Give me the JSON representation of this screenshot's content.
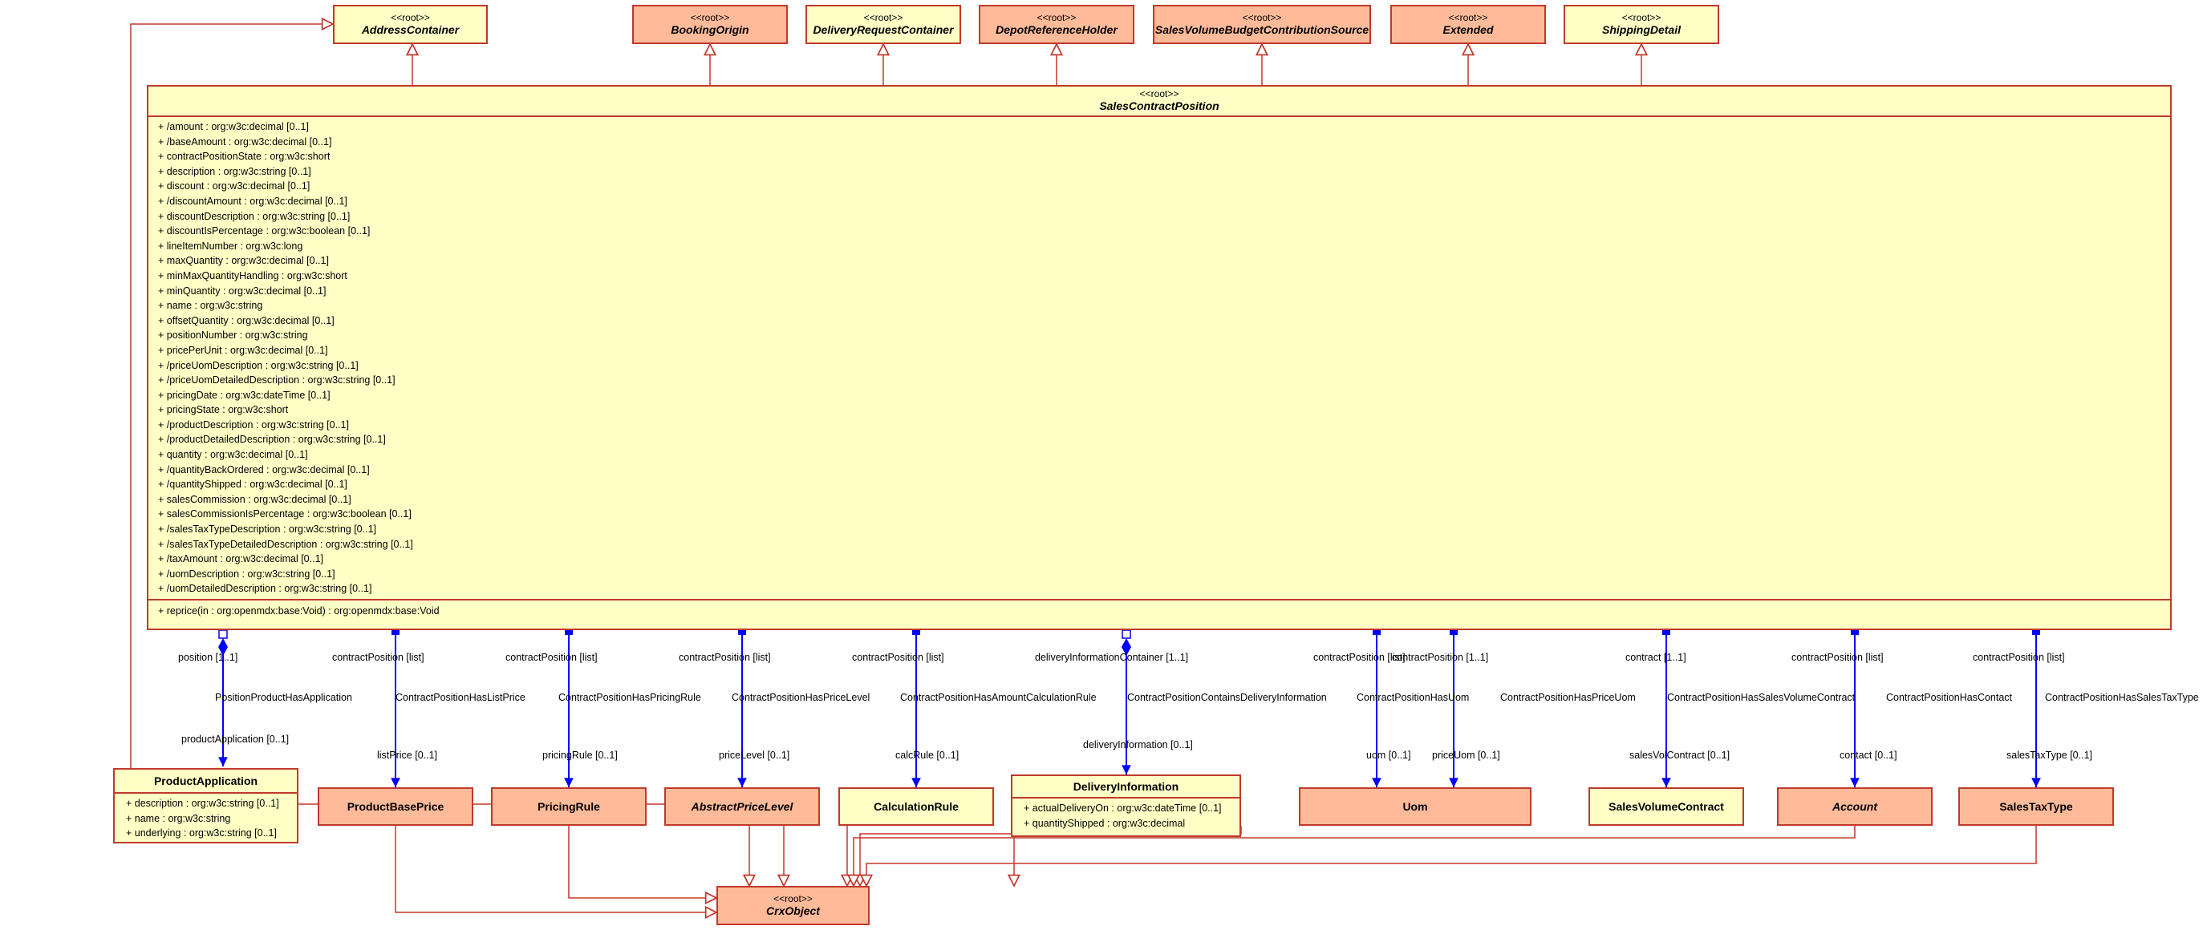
{
  "stereotype": "<<root>>",
  "top_classes": [
    {
      "name": "AddressContainer",
      "fill": "yellow"
    },
    {
      "name": "BookingOrigin",
      "fill": "orange"
    },
    {
      "name": "DeliveryRequestContainer",
      "fill": "yellow"
    },
    {
      "name": "DepotReferenceHolder",
      "fill": "orange"
    },
    {
      "name": "SalesVolumeBudgetContributionSource",
      "fill": "orange"
    },
    {
      "name": "Extended",
      "fill": "orange"
    },
    {
      "name": "ShippingDetail",
      "fill": "yellow"
    }
  ],
  "main_class": {
    "stereotype": "<<root>>",
    "name": "SalesContractPosition",
    "attributes": [
      "+ /amount : org:w3c:decimal [0..1]",
      "+ /baseAmount : org:w3c:decimal [0..1]",
      "+ contractPositionState : org:w3c:short",
      "+ description : org:w3c:string [0..1]",
      "+ discount : org:w3c:decimal [0..1]",
      "+ /discountAmount : org:w3c:decimal [0..1]",
      "+ discountDescription : org:w3c:string [0..1]",
      "+ discountIsPercentage : org:w3c:boolean [0..1]",
      "+ lineItemNumber : org:w3c:long",
      "+ maxQuantity : org:w3c:decimal [0..1]",
      "+ minMaxQuantityHandling : org:w3c:short",
      "+ minQuantity : org:w3c:decimal [0..1]",
      "+ name : org:w3c:string",
      "+ offsetQuantity : org:w3c:decimal [0..1]",
      "+ positionNumber : org:w3c:string",
      "+ pricePerUnit : org:w3c:decimal [0..1]",
      "+ /priceUomDescription : org:w3c:string [0..1]",
      "+ /priceUomDetailedDescription : org:w3c:string [0..1]",
      "+ pricingDate : org:w3c:dateTime [0..1]",
      "+ pricingState : org:w3c:short",
      "+ /productDescription : org:w3c:string [0..1]",
      "+ /productDetailedDescription : org:w3c:string [0..1]",
      "+ quantity : org:w3c:decimal [0..1]",
      "+ /quantityBackOrdered : org:w3c:decimal [0..1]",
      "+ /quantityShipped : org:w3c:decimal [0..1]",
      "+ salesCommission : org:w3c:decimal [0..1]",
      "+ salesCommissionIsPercentage : org:w3c:boolean [0..1]",
      "+ /salesTaxTypeDescription : org:w3c:string [0..1]",
      "+ /salesTaxTypeDetailedDescription : org:w3c:string [0..1]",
      "+ /taxAmount : org:w3c:decimal [0..1]",
      "+ /uomDescription : org:w3c:string [0..1]",
      "+ /uomDetailedDescription : org:w3c:string [0..1]"
    ],
    "operations": [
      "+ reprice(in : org:openmdx:base:Void) : org:openmdx:base:Void"
    ]
  },
  "product_application": {
    "name": "ProductApplication",
    "attributes": [
      "+ description : org:w3c:string [0..1]",
      "+ name : org:w3c:string",
      "+ underlying : org:w3c:string [0..1]"
    ]
  },
  "delivery_information": {
    "name": "DeliveryInformation",
    "attributes": [
      "+ actualDeliveryOn : org:w3c:dateTime [0..1]",
      "+ quantityShipped : org:w3c:decimal"
    ]
  },
  "bottom_classes": [
    {
      "name": "ProductBasePrice",
      "fill": "orange"
    },
    {
      "name": "PricingRule",
      "fill": "orange"
    },
    {
      "name": "AbstractPriceLevel",
      "fill": "orange"
    },
    {
      "name": "CalculationRule",
      "fill": "yellow"
    },
    {
      "name": "Uom",
      "fill": "orange"
    },
    {
      "name": "SalesVolumeContract",
      "fill": "yellow"
    },
    {
      "name": "Account",
      "fill": "orange"
    },
    {
      "name": "SalesTaxType",
      "fill": "orange"
    }
  ],
  "crx_object": {
    "stereotype": "<<root>>",
    "name": "CrxObject"
  },
  "associations": [
    {
      "source_role": "position [1..1]",
      "name": "PositionProductHasApplication",
      "target_role": "productApplication [0..1]"
    },
    {
      "source_role": "contractPosition [list]",
      "name": "ContractPositionHasListPrice",
      "target_role": "listPrice [0..1]"
    },
    {
      "source_role": "contractPosition [list]",
      "name": "ContractPositionHasPricingRule",
      "target_role": "pricingRule [0..1]"
    },
    {
      "source_role": "contractPosition [list]",
      "name": "ContractPositionHasPriceLevel",
      "target_role": "priceLevel [0..1]"
    },
    {
      "source_role": "contractPosition [list]",
      "name": "ContractPositionHasAmountCalculationRule",
      "target_role": "calcRule [0..1]"
    },
    {
      "source_role": "deliveryInformationContainer [1..1]",
      "name": "ContractPositionContainsDeliveryInformation",
      "target_role": "deliveryInformation [0..1]"
    },
    {
      "source_role": "contractPosition [list]",
      "name": "ContractPositionHasUom",
      "target_role": "uom [0..1]"
    },
    {
      "source_role": "contractPosition [1..1]",
      "name": "ContractPositionHasPriceUom",
      "target_role": "priceUom [0..1]"
    },
    {
      "source_role": "contract [1..1]",
      "name": "ContractPositionHasSalesVolumeContract",
      "target_role": "salesVolContract [0..1]"
    },
    {
      "source_role": "contractPosition [list]",
      "name": "ContractPositionHasContact",
      "target_role": "contact [0..1]"
    },
    {
      "source_role": "contractPosition [list]",
      "name": "ContractPositionHasSalesTaxType",
      "target_role": "salesTaxType [0..1]"
    }
  ],
  "colors": {
    "border": "#c0392b",
    "yellow": "#ffffc6",
    "orange": "#ffbb99",
    "association": "#0000ff"
  }
}
